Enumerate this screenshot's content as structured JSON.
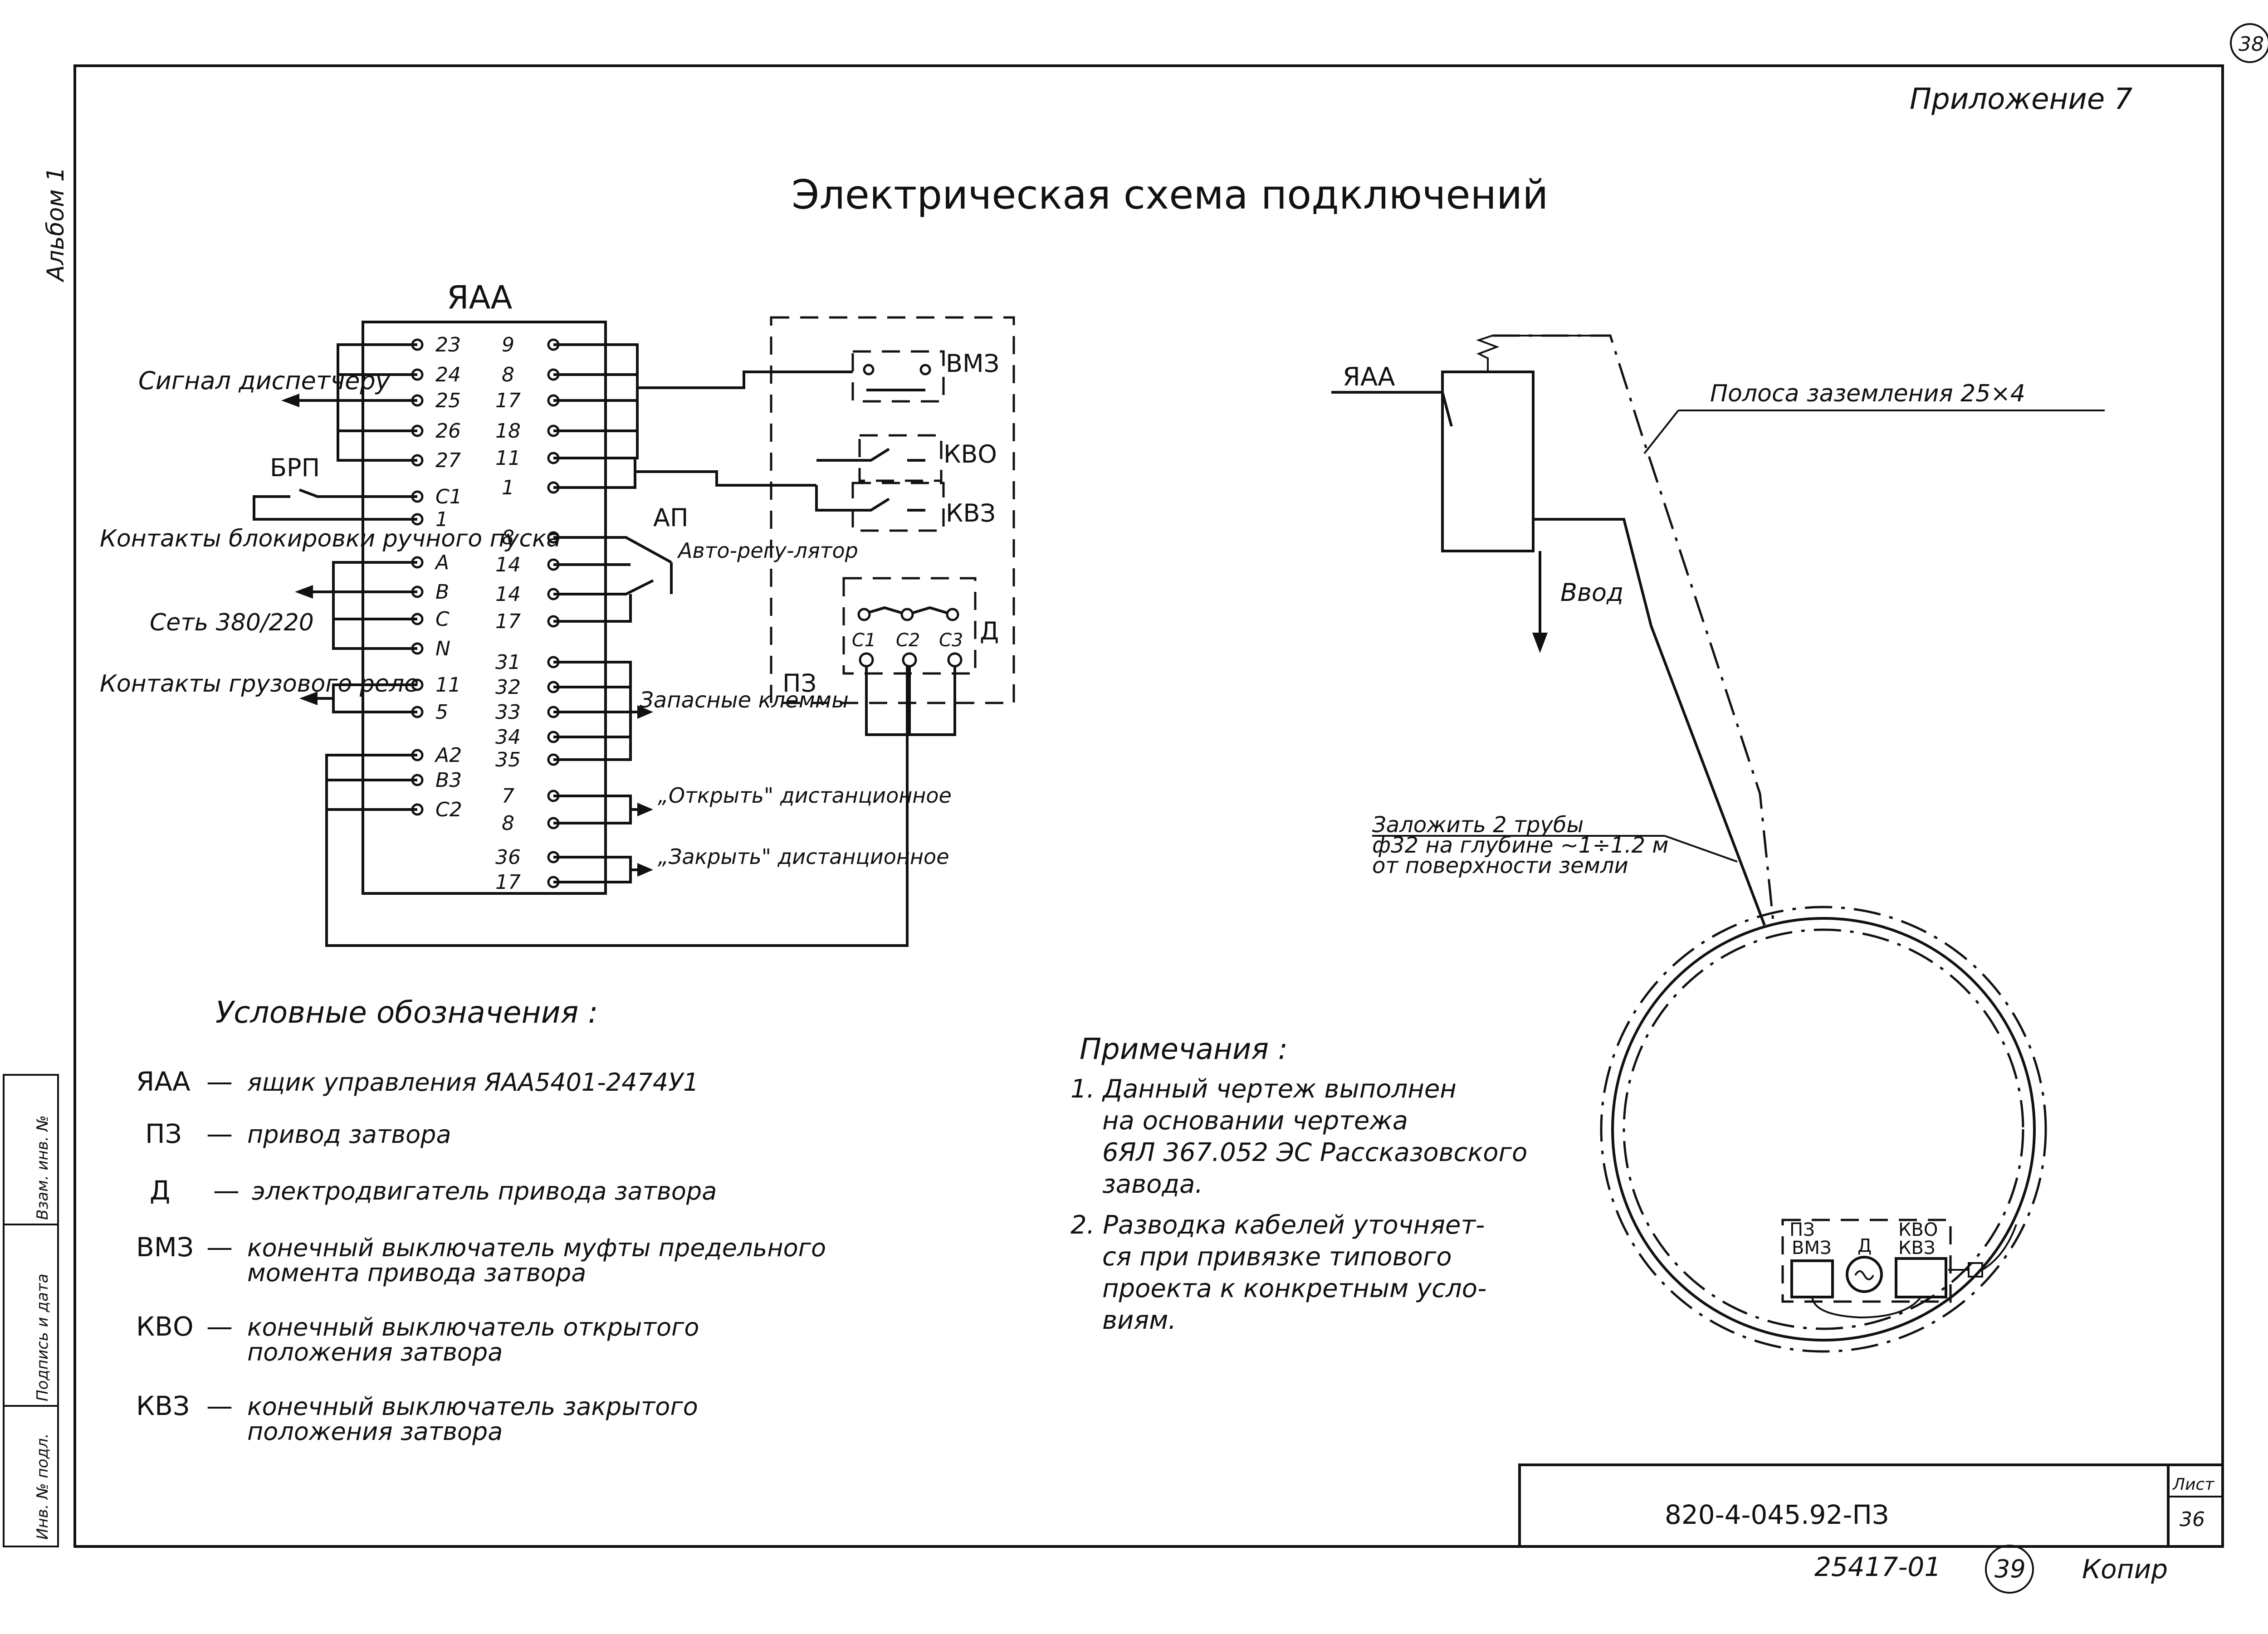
{
  "page_number": "38",
  "appendix": "Приложение 7",
  "title": "Электрическая схема подключений",
  "side_label": "Альбом 1",
  "stamp_labels": [
    "Инв. № подл.",
    "Подпись и дата",
    "Взам. инв. №"
  ],
  "schematic": {
    "box_label": "ЯАА",
    "left_terminals": [
      "23",
      "24",
      "25",
      "26",
      "27",
      "C1",
      "1",
      "A",
      "B",
      "C",
      "N",
      "11",
      "5",
      "A2",
      "B3",
      "C2"
    ],
    "right_terminals": [
      "9",
      "8",
      "17",
      "18",
      "11",
      "1",
      "8",
      "14",
      "14",
      "17",
      "31",
      "32",
      "33",
      "34",
      "35",
      "7",
      "8",
      "36",
      "17"
    ],
    "left_groups": [
      "Сигнал диспетчеру",
      "БРП",
      "Контакты блокировки ручного пуска",
      "Сеть 380/220",
      "Контакты грузового реле"
    ],
    "right_groups": [
      "АП",
      "Авто-регу-лятор",
      "Запасные клеммы",
      "„Открыть\" дистанционное",
      "„Закрыть\" дистанционное"
    ],
    "actuator": {
      "label": "ПЗ",
      "components": [
        "ВМЗ",
        "КВО",
        "КВЗ",
        "Д"
      ],
      "motor_terminals": [
        "С1",
        "С2",
        "С3"
      ]
    }
  },
  "layout_diagram": {
    "box_label": "ЯАА",
    "strip_label": "Полоса заземления 25×4",
    "entry_label": "Ввод",
    "pipes_note": [
      "Заложить 2 трубы",
      "ф32 на глубине ~1÷1.2 м",
      "от поверхности земли"
    ],
    "equipment_labels": [
      "ПЗ",
      "ВМЗ",
      "Д",
      "КВО",
      "КВЗ"
    ]
  },
  "legend": {
    "title": "Условные обозначения :",
    "items": [
      {
        "code": "ЯАА",
        "text": [
          "ящик управления ЯАА5401-2474У1"
        ]
      },
      {
        "code": "ПЗ",
        "text": [
          "привод затвора"
        ]
      },
      {
        "code": "Д",
        "text": [
          "электродвигатель привода затвора"
        ]
      },
      {
        "code": "ВМЗ",
        "text": [
          "конечный выключатель муфты предельного",
          "момента привода затвора"
        ]
      },
      {
        "code": "КВО",
        "text": [
          "конечный выключатель открытого",
          "положения затвора"
        ]
      },
      {
        "code": "КВЗ",
        "text": [
          "конечный выключатель закрытого",
          "положения затвора"
        ]
      }
    ]
  },
  "notes": {
    "title": "Примечания :",
    "items": [
      [
        "1. Данный чертеж выполнен",
        "на основании чертежа",
        "6ЯЛ 367.052 ЭС Рассказовского",
        "завода."
      ],
      [
        "2. Разводка кабелей уточняет-",
        "ся при привязке типового",
        "проекта к конкретным усло-",
        "виям."
      ]
    ]
  },
  "title_block": {
    "doc_number": "820-4-045.92-ПЗ",
    "sheet_label": "Лист",
    "sheet_number": "36"
  },
  "footer": {
    "archive_number": "25417-01",
    "circled_number": "39",
    "signature": "Копир"
  }
}
